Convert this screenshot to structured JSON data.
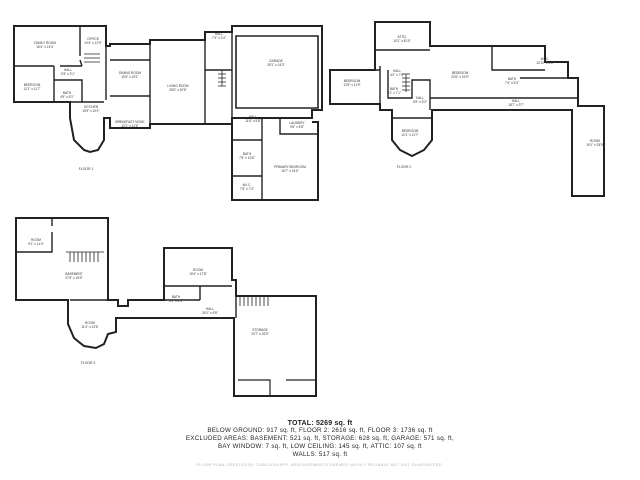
{
  "plan": {
    "floor1": {
      "label": "FLOOR 1",
      "rooms": [
        {
          "name": "FAMILY ROOM",
          "dims": "16'4\" x 14'4\""
        },
        {
          "name": "OFFICE",
          "dims": "10'4\" x 12'9\""
        },
        {
          "name": "BEDROOM",
          "dims": "12'1\" x 11'7\""
        },
        {
          "name": "HALL",
          "dims": "5'3\" x 3'1\""
        },
        {
          "name": "BATH",
          "dims": "4'9\" x 5'1\""
        },
        {
          "name": "KITCHEN",
          "dims": "15'9\" x 20'1\""
        },
        {
          "name": "DINING ROOM",
          "dims": "15'3\" x 15'1\""
        },
        {
          "name": "BREAKFAST NOOK",
          "dims": "12'1\" x 11'5\""
        },
        {
          "name": "LIVING ROOM",
          "dims": "25'6\" x 20'6\""
        },
        {
          "name": "HALL",
          "dims": "7'3\" x 3'4\""
        },
        {
          "name": "GARAGE",
          "dims": "25'1\" x 24'3\""
        },
        {
          "name": "HALL",
          "dims": "11'6\" x 5'8\""
        },
        {
          "name": "LAUNDRY",
          "dims": "9'6\" x 5'8\""
        },
        {
          "name": "BATH",
          "dims": "7'5\" x 10'6\""
        },
        {
          "name": "PRIMARY BEDROOM",
          "dims": "16'7\" x 16'0\""
        },
        {
          "name": "W.I.C.",
          "dims": "7'5\" x 7'3\""
        }
      ]
    },
    "floor2": {
      "label": "FLOOR 2",
      "rooms": [
        {
          "name": "ATTIC",
          "dims": "10'1\" x 8'10\""
        },
        {
          "name": "BEDROOM",
          "dims": "12'5\" x 11'9\""
        },
        {
          "name": "HALL",
          "dims": "4'2\" x 7'6\""
        },
        {
          "name": "BATH",
          "dims": "5'1\" x 7'1\""
        },
        {
          "name": "HALL",
          "dims": "5'9\" x 5'3\""
        },
        {
          "name": "BEDROOM",
          "dims": "12'1\" x 11'7\""
        },
        {
          "name": "BEDROOM",
          "dims": "22'6\" x 19'9\""
        },
        {
          "name": "BATH",
          "dims": "7'4\" x 5'3\""
        },
        {
          "name": "W.I.C.",
          "dims": "10'10\" x 5'6\""
        },
        {
          "name": "HALL",
          "dims": "18'7\" x 3'7\""
        },
        {
          "name": "ROOM",
          "dims": "19'1\" x 25'9\""
        }
      ]
    },
    "floor3": {
      "label": "FLOOR 3",
      "rooms": [
        {
          "name": "ROOM",
          "dims": "9'1\" x 11'4\""
        },
        {
          "name": "BASEMENT",
          "dims": "27'5\" x 18'9\""
        },
        {
          "name": "ROOM",
          "dims": "11'4\" x 13'6\""
        },
        {
          "name": "ROOM",
          "dims": "19'4\" x 17'8\""
        },
        {
          "name": "BATH",
          "dims": "5'5\" x 4'6\""
        },
        {
          "name": "HALL",
          "dims": "30'1\" x 5'5\""
        },
        {
          "name": "STORAGE",
          "dims": "23'7\" x 26'9\""
        }
      ]
    }
  },
  "summary": {
    "total": "TOTAL: 5269 sq. ft",
    "lines": [
      "BELOW GROUND: 917 sq. ft, FLOOR 2: 2616 sq. ft, FLOOR 3: 1736 sq. ft",
      "EXCLUDED AREAS: BASEMENT: 521 sq. ft, STORAGE: 628 sq. ft, GARAGE: 571 sq. ft,",
      "BAY WINDOW: 7 sq. ft, LOW CEILING: 145 sq. ft, ATTIC: 107 sq. ft",
      "WALLS: 517 sq. ft"
    ],
    "disclaimer": "FLOOR PLAN CREATED BY CUBICASA APP. MEASUREMENTS DEEMED HIGHLY RELIABLE BUT NOT GUARANTEED."
  }
}
